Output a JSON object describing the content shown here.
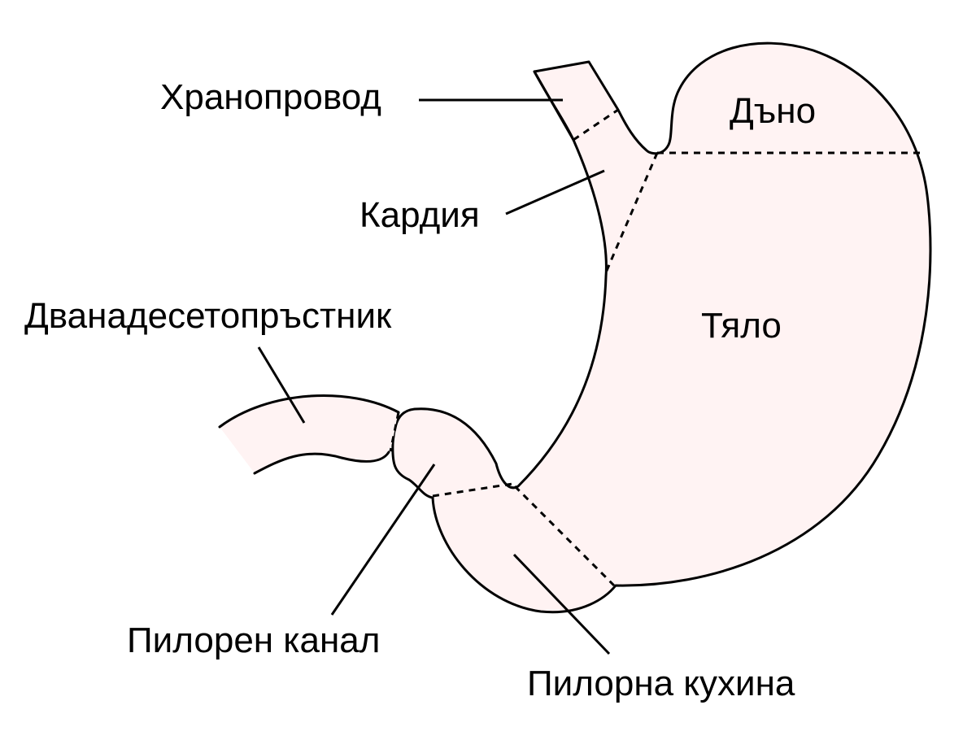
{
  "diagram": {
    "colors": {
      "tissue_fill": "#fff3f3",
      "outline": "#000000",
      "background": "#ffffff"
    },
    "labels": {
      "esophagus": "Хранопровод",
      "fundus": "Дъно",
      "cardia": "Кардия",
      "body": "Тяло",
      "duodenum": "Дванадесетопръстник",
      "pyloric_canal": "Пилорен канал",
      "pyloric_antrum": "Пилорна кухина"
    }
  }
}
